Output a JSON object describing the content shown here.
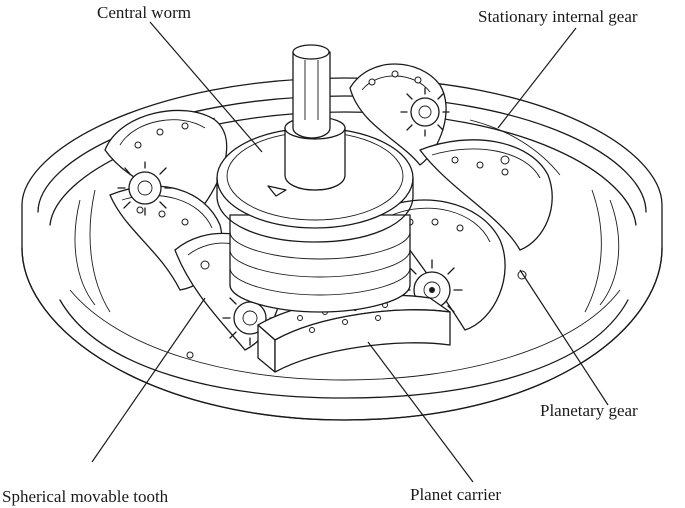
{
  "labels": {
    "central_worm": "Central worm",
    "stationary_internal_gear": "Stationary internal gear",
    "planetary_gear": "Planetary gear",
    "planet_carrier": "Planet carrier",
    "spherical_movable_tooth": "Spherical movable tooth"
  },
  "colors": {
    "ink": "#1a1a1a",
    "background": "#ffffff"
  }
}
